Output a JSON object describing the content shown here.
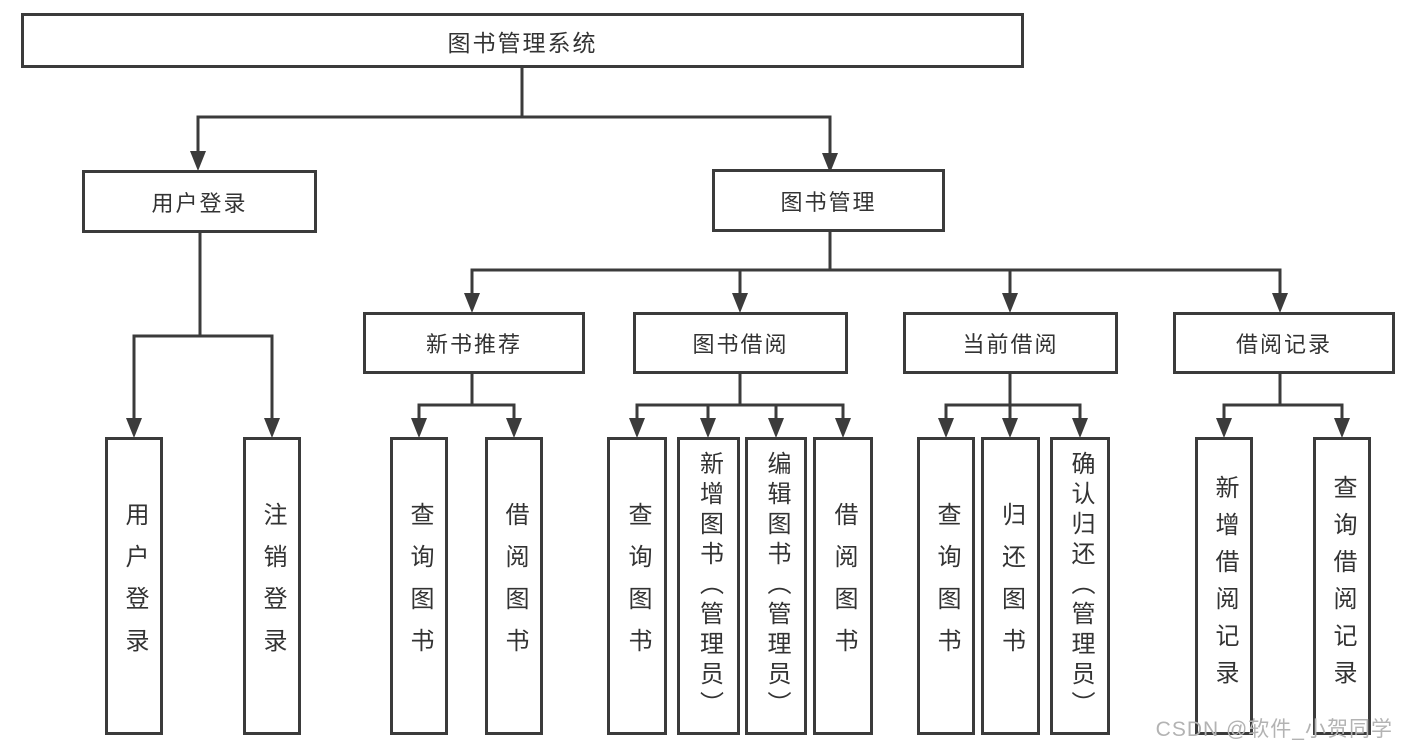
{
  "diagram": {
    "title": "图书管理系统",
    "colors": {
      "line": "#3b3b3b",
      "text": "#333333",
      "background": "#ffffff",
      "watermark": "#b3b3b3"
    },
    "level2": [
      {
        "label": "用户登录",
        "leaves": [
          "用户登录",
          "注销登录"
        ]
      },
      {
        "label": "图书管理"
      }
    ],
    "level3": [
      {
        "label": "新书推荐",
        "leaves": [
          "查询图书",
          "借阅图书"
        ]
      },
      {
        "label": "图书借阅",
        "leaves": [
          "查询图书",
          "新增图书（管理员）",
          "编辑图书（管理员）",
          "借阅图书"
        ]
      },
      {
        "label": "当前借阅",
        "leaves": [
          "查询图书",
          "归还图书",
          "确认归还（管理员）"
        ]
      },
      {
        "label": "借阅记录",
        "leaves": [
          "新增借阅记录",
          "查询借阅记录"
        ]
      }
    ],
    "watermark": "CSDN @软件_小贺同学"
  }
}
